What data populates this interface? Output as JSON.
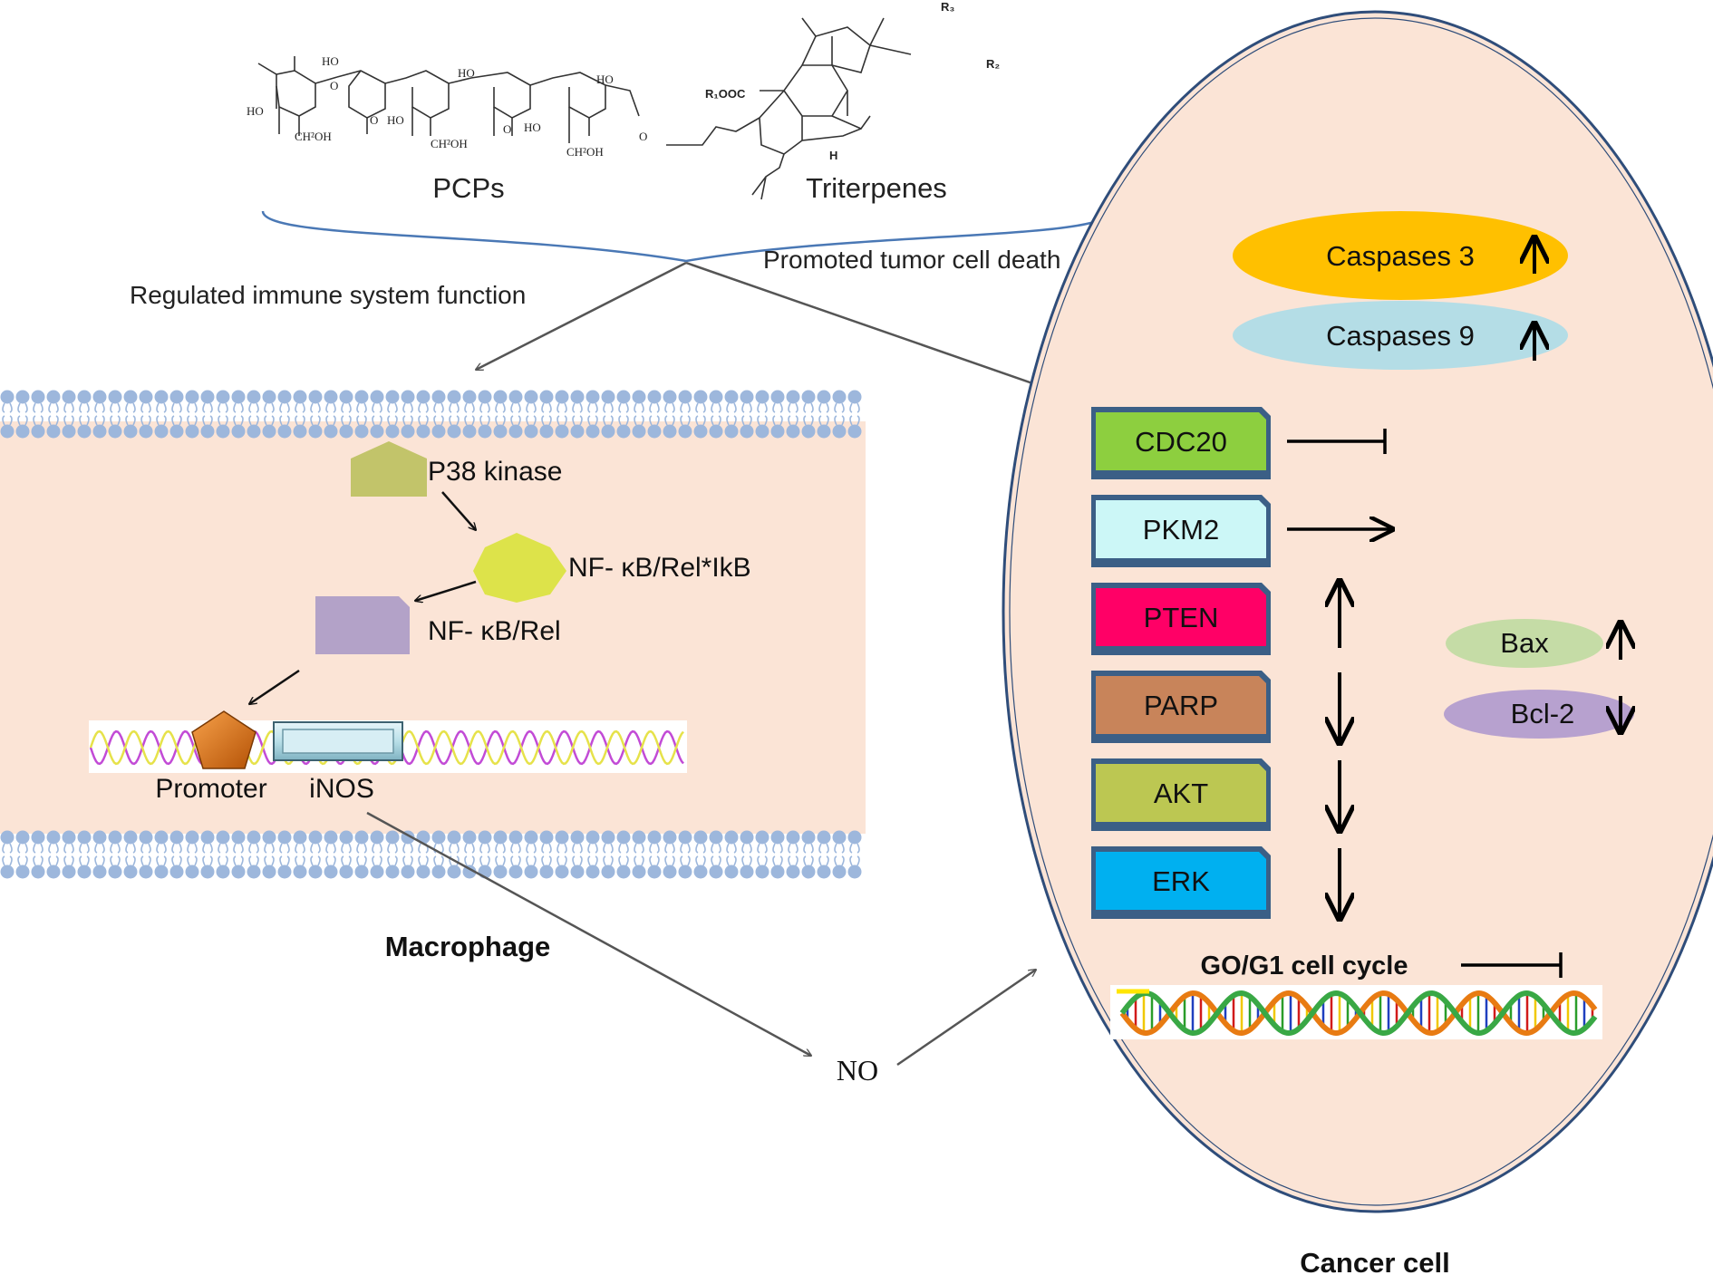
{
  "compounds": {
    "pcps_label": "PCPs",
    "triterpenes_label": "Triterpenes",
    "pcps_atoms": [
      "HO",
      "HO",
      "HO",
      "HO",
      "HO",
      "HO",
      "O",
      "O",
      "O",
      "O",
      "CH²OH",
      "CH²OH",
      "CH²OH"
    ],
    "triterpene_atoms": [
      "R₁OOC",
      "R₃",
      "R₂",
      "H"
    ]
  },
  "effects": {
    "immune": "Regulated immune system function",
    "death": "Promoted tumor cell death"
  },
  "macrophage": {
    "title": "Macrophage",
    "p38": "P38 kinase",
    "nfkb_ikb": "NF- κB/Rel*IkB",
    "nfkb": "NF- κB/Rel",
    "promoter": "Promoter",
    "inos": "iNOS"
  },
  "no_label": "NO",
  "cancer": {
    "title": "Cancer cell",
    "caspase3": "Caspases 3",
    "caspase9": "Caspases 9",
    "proteins": [
      {
        "name": "CDC20",
        "color": "#8dcf3f",
        "effect": "inhibit"
      },
      {
        "name": "PKM2",
        "color": "#ccf7f7",
        "effect": "promote"
      },
      {
        "name": "PTEN",
        "color": "#ff0066",
        "effect": "up"
      },
      {
        "name": "PARP",
        "color": "#c8845a",
        "effect": "down"
      },
      {
        "name": "AKT",
        "color": "#bcc752",
        "effect": "down"
      },
      {
        "name": "ERK",
        "color": "#00b0f0",
        "effect": "down"
      }
    ],
    "bax": "Bax",
    "bcl2": "Bcl-2",
    "cell_cycle": "GO/G1 cell cycle"
  },
  "colors": {
    "membrane": "#9db7dc",
    "cytoplasm": "#fbe4d6",
    "caspase3": "#ffc000",
    "caspase9": "#b4dde6",
    "bax": "#c5dca6",
    "bcl2": "#b7a1cf",
    "p38": "#c2c46a",
    "nfkb_ikb": "#dde34a",
    "nfkb": "#b3a2c8",
    "promoter": "#e46c0a",
    "inos": "#b9dfe8",
    "bracket": "#4a78b5"
  }
}
